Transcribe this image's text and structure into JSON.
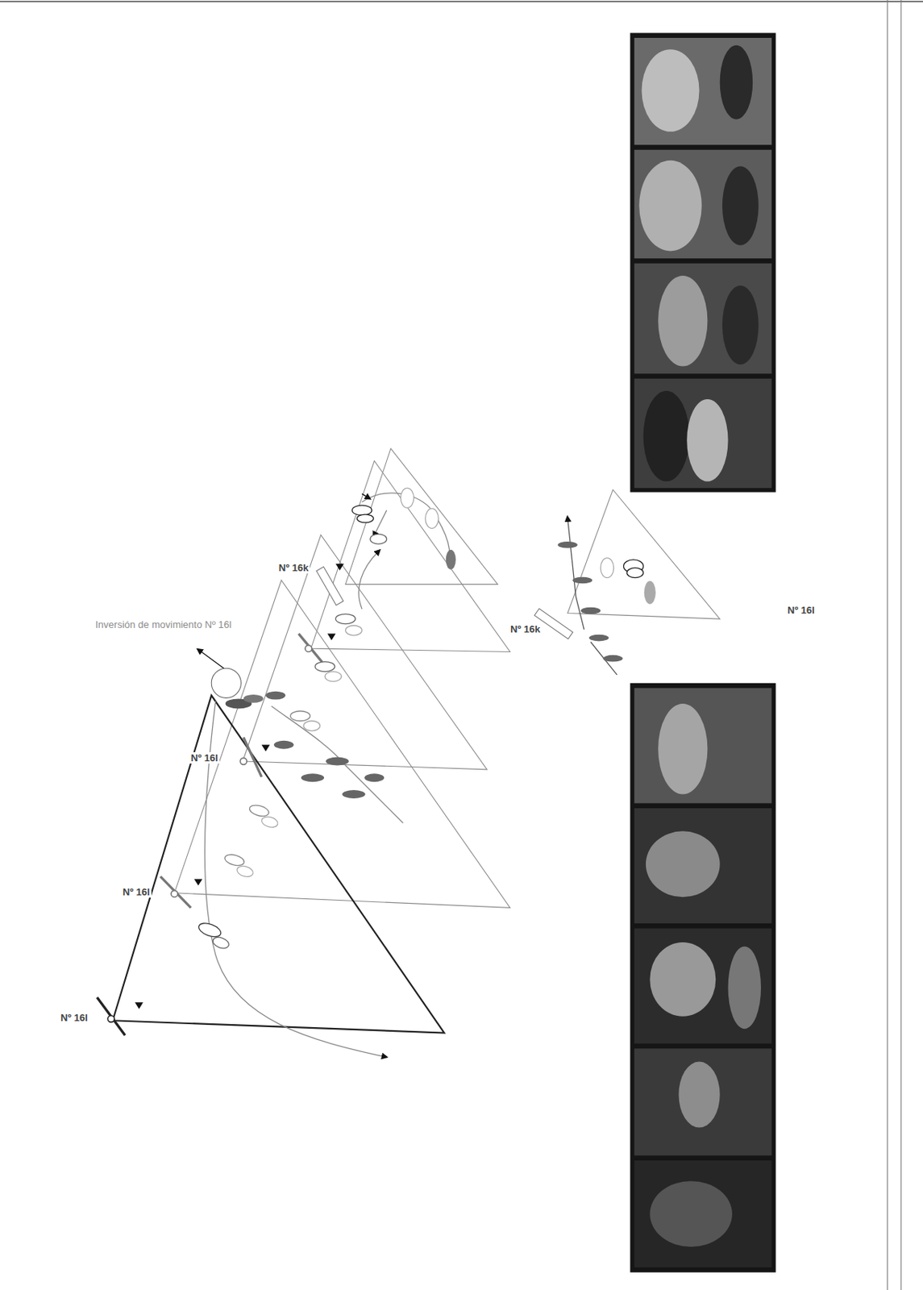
{
  "diagram": {
    "labels": [
      "Inversión de movimiento Nº 16l",
      "Nº 16k",
      "Nº 16l",
      "Nº 16l",
      "Nº 16l",
      "Nº 16k",
      "Nº 16l"
    ]
  }
}
